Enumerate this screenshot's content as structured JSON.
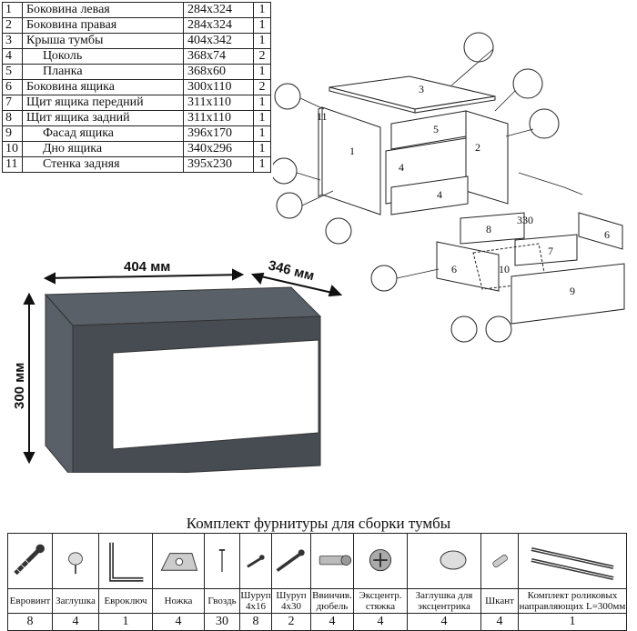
{
  "parts": [
    {
      "num": "1",
      "name": "Боковина левая",
      "dim": "284x324",
      "qty": "1",
      "indent": false
    },
    {
      "num": "2",
      "name": "Боковина правая",
      "dim": "284x324",
      "qty": "1",
      "indent": false
    },
    {
      "num": "3",
      "name": "Крыша тумбы",
      "dim": "404x342",
      "qty": "1",
      "indent": false
    },
    {
      "num": "4",
      "name": "Цоколь",
      "dim": "368x74",
      "qty": "2",
      "indent": true
    },
    {
      "num": "5",
      "name": "Планка",
      "dim": "368x60",
      "qty": "1",
      "indent": true
    },
    {
      "num": "6",
      "name": "Боковина ящика",
      "dim": "300x110",
      "qty": "2",
      "indent": false
    },
    {
      "num": "7",
      "name": "Щит ящика передний",
      "dim": "311x110",
      "qty": "1",
      "indent": false
    },
    {
      "num": "8",
      "name": "Щит ящика задний",
      "dim": "311x110",
      "qty": "1",
      "indent": false
    },
    {
      "num": "9",
      "name": "Фасад ящика",
      "dim": "396x170",
      "qty": "1",
      "indent": true
    },
    {
      "num": "10",
      "name": "Дно ящика",
      "dim": "340x296",
      "qty": "1",
      "indent": true
    },
    {
      "num": "11",
      "name": "Стенка задняя",
      "dim": "395x230",
      "qty": "1",
      "indent": true
    }
  ],
  "diagram_labels": {
    "p1": "1",
    "p2": "2",
    "p3": "3",
    "p4a": "4",
    "p4b": "4",
    "p5": "5",
    "p6a": "6",
    "p6b": "6",
    "p7": "7",
    "p8": "8",
    "p9": "9",
    "p10": "10",
    "p11": "11",
    "slide_len": "330"
  },
  "dimensions": {
    "width": "404 мм",
    "depth": "346 мм",
    "height": "300 мм"
  },
  "colors": {
    "body": "#5a6068",
    "body_dark": "#474c53",
    "facade": "#ffffff"
  },
  "kit": {
    "title": "Комплект фурнитуры для сборки тумбы",
    "items": [
      {
        "icon": "screw-icon",
        "label": "Евровинт",
        "qty": "8"
      },
      {
        "icon": "cap-icon",
        "label": "Заглушка",
        "qty": "4"
      },
      {
        "icon": "hex-key-icon",
        "label": "Евроключ",
        "qty": "1"
      },
      {
        "icon": "foot-icon",
        "label": "Ножка",
        "qty": "4"
      },
      {
        "icon": "nail-icon",
        "label": "Гвоздь",
        "qty": "30"
      },
      {
        "icon": "small-screw-icon",
        "label": "Шуруп 4x16",
        "qty": "8"
      },
      {
        "icon": "long-screw-icon",
        "label": "Шуруп 4x30",
        "qty": "2"
      },
      {
        "icon": "dowel-icon",
        "label": "Ввинчив. дюбель",
        "qty": "4"
      },
      {
        "icon": "cam-lock-icon",
        "label": "Эксцентр. стяжка",
        "qty": "4"
      },
      {
        "icon": "cam-cap-icon",
        "label": "Заглушка для эксцентрика",
        "qty": "4"
      },
      {
        "icon": "wood-dowel-icon",
        "label": "Шкант",
        "qty": "4"
      },
      {
        "icon": "drawer-slides-icon",
        "label": "Комплект роликовых направляющих L=300мм",
        "qty": "1"
      }
    ]
  }
}
